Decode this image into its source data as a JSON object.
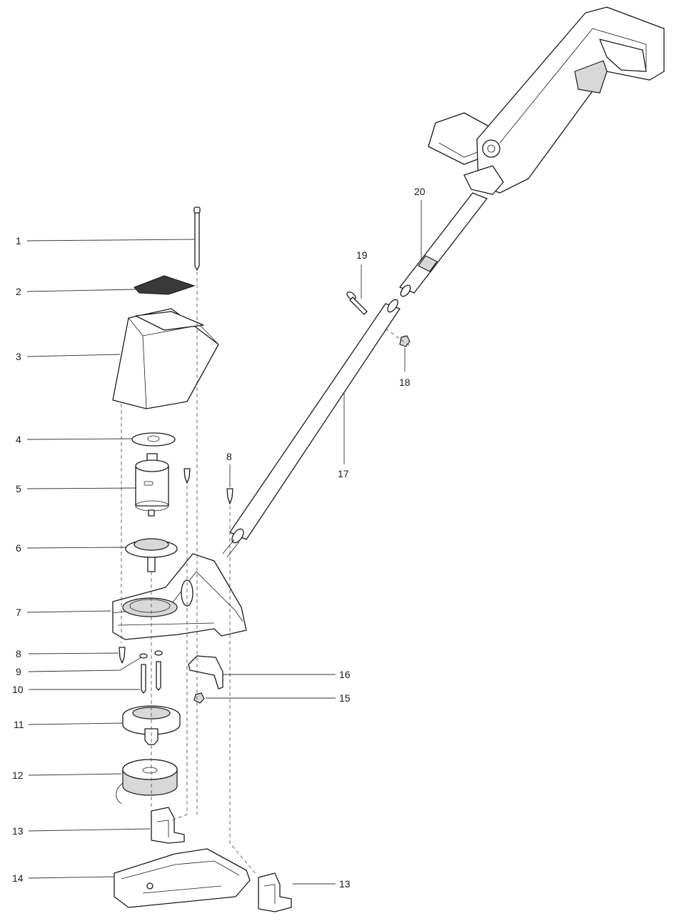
{
  "callouts": [
    {
      "id": "c1",
      "label": "1"
    },
    {
      "id": "c2",
      "label": "2"
    },
    {
      "id": "c3",
      "label": "3"
    },
    {
      "id": "c4",
      "label": "4"
    },
    {
      "id": "c5",
      "label": "5"
    },
    {
      "id": "c6",
      "label": "6"
    },
    {
      "id": "c7",
      "label": "7"
    },
    {
      "id": "c8a",
      "label": "8"
    },
    {
      "id": "c8b",
      "label": "8"
    },
    {
      "id": "c9",
      "label": "9"
    },
    {
      "id": "c10",
      "label": "10"
    },
    {
      "id": "c11",
      "label": "11"
    },
    {
      "id": "c12",
      "label": "12"
    },
    {
      "id": "c13a",
      "label": "13"
    },
    {
      "id": "c13b",
      "label": "13"
    },
    {
      "id": "c14",
      "label": "14"
    },
    {
      "id": "c15",
      "label": "15"
    },
    {
      "id": "c16",
      "label": "16"
    },
    {
      "id": "c17",
      "label": "17"
    },
    {
      "id": "c18",
      "label": "18"
    },
    {
      "id": "c19",
      "label": "19"
    },
    {
      "id": "c20",
      "label": "20"
    }
  ]
}
